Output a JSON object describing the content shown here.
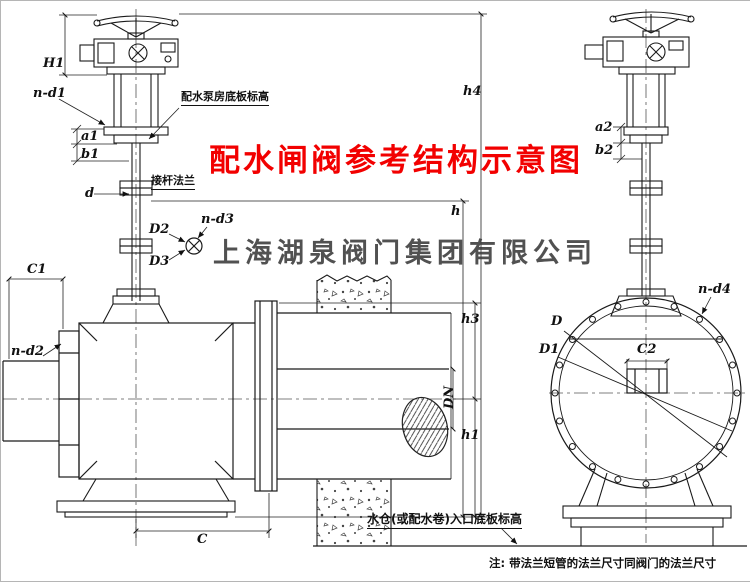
{
  "title": {
    "text": "配水闸阀参考结构示意图"
  },
  "watermark": {
    "text": "上海湖泉阀门集团有限公司"
  },
  "colors": {
    "title_red": "#f20000",
    "watermark_gray": "#3f3f3f",
    "line": "#1a1a1a"
  },
  "annotations": {
    "pump_room_floor": "配水泵房底板标高",
    "stem_flange": "接杆法兰",
    "inlet_floor": "水仓(或配水卷)入口底板标高",
    "note": "注: 带法兰短管的法兰尺寸同阀门的法兰尺寸"
  },
  "dimension_labels": {
    "H1": "H1",
    "n_d1": "n-d1",
    "a1": "a1",
    "b1": "b1",
    "d": "d",
    "D2": "D2",
    "n_d3": "n-d3",
    "D3": "D3",
    "C1": "C1",
    "n_d2": "n-d2",
    "C": "C",
    "h4": "h4",
    "h": "h",
    "h3": "h3",
    "DN": "DN",
    "h1": "h1",
    "a2": "a2",
    "b2": "b2",
    "n_d4": "n-d4",
    "D": "D",
    "D1": "D1",
    "C2": "C2"
  }
}
